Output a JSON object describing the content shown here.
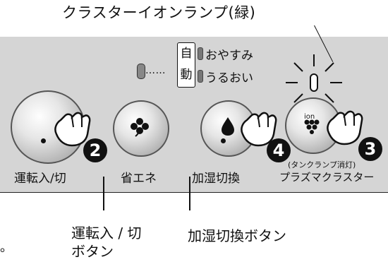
{
  "title": "クラスターイオンランプ(緑)",
  "auto_label": [
    "自",
    "動"
  ],
  "modes": {
    "oyasumi": "おやすみ",
    "uruoi": "うるおい"
  },
  "buttons": {
    "power": {
      "label": "運転入/切",
      "badge": "2"
    },
    "eco": {
      "label": "省エネ"
    },
    "humidify": {
      "label": "加湿切換",
      "badge": "4"
    },
    "plasma": {
      "label": "プラズマクラスター",
      "sublabel": "(タンクランプ消灯)",
      "badge": "3",
      "icon_text": "ion"
    }
  },
  "callouts": {
    "power": [
      "運転入 / 切",
      "ボタン"
    ],
    "humidify": "加湿切換ボタン"
  },
  "left_fragment": "。",
  "icons": [
    "clover-icon",
    "water-drop-icon",
    "grape-cluster-icon",
    "pointing-hand-icon",
    "lamp-glow-icon"
  ],
  "colors": {
    "panel": "#d5d5d5",
    "badge": "#111111"
  }
}
